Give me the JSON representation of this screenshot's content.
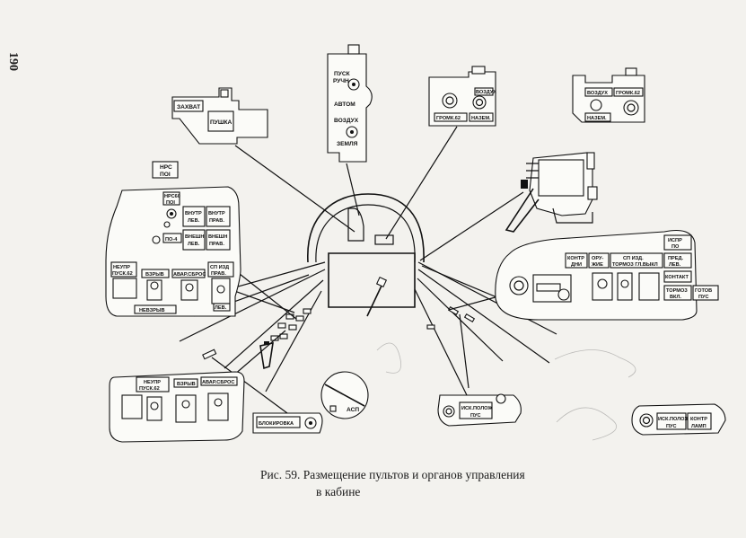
{
  "page_number": "190",
  "caption": {
    "line1": "Рис. 59. Размещение пультов и органов управления",
    "line2": "в кабине"
  },
  "labels": {
    "zakhvat": "ЗАХВАТ",
    "pushka": "ПУШКА",
    "pusk": "ПУСК",
    "ruchn": "РУЧН",
    "avtom": "АВТОМ",
    "vozdukh": "ВОЗДУХ",
    "zemlya": "ЗЕМЛЯ",
    "vozdukh_mid": "ВОЗДУХ",
    "gromk62_mid": "ГРОМК.62",
    "nazem_mid": "НАЗЕМ.",
    "vozdukh_right": "ВОЗДУХ",
    "gromk62_right": "ГРОМК.62",
    "nazem_right": "НАЗЕМ.",
    "nrs_po1": [
      "НРС",
      "ПОІ"
    ],
    "nrs_po1_small": [
      "НРС60",
      "ПОІ"
    ],
    "po4": "ПО-4",
    "vnutr_lev": [
      "ВНУТР",
      "ЛЕВ."
    ],
    "vnutr_prav": [
      "ВНУТР",
      "ПРАВ."
    ],
    "vnesh_lev": [
      "ВНЕШН",
      "ЛЕВ."
    ],
    "vnesh_prav": [
      "ВНЕШН",
      "ПРАВ."
    ],
    "neupr_pusk62": [
      "НЕУПР",
      "ПУСК.62"
    ],
    "vzryv": "ВЗРЫВ",
    "avar_sbros": "АВАР.СБРОС",
    "sp_izd_prav": [
      "СП ИЗД",
      "ПРАВ."
    ],
    "nevzryv": "НЕВЗРЫВ",
    "lev": "ЛЕВ.",
    "kontr_dni": [
      "КОНТР",
      "ДНИ"
    ],
    "oruzhie": [
      "ОРУ-",
      "ЖИЕ"
    ],
    "sp_izd_tormoz": [
      "СП ИЗД.",
      "ТОРМОЗ ГЛ.ВЫКЛ"
    ],
    "ispr_po": [
      "ИСПР",
      "ПО"
    ],
    "pred_lev": [
      "ПРЕД.",
      "ЛЕВ."
    ],
    "kontakt": "КОНТАКТ",
    "tormoz_vkl": [
      "ТОРМОЗ",
      "ВКЛ."
    ],
    "gotov_pus": [
      "ГОТОВ",
      "ПУС"
    ],
    "neupr_pusk62_b": [
      "НЕУПР",
      "ПУСК.62"
    ],
    "vzryv_b": "ВЗРЫВ",
    "avar_sbros_b": "АВАР.СБРОС",
    "blokirovka": "БЛОКИРОВКА",
    "asp": "АСП",
    "isk_polozh_pus": [
      "ИСК.ПОЛОЖ",
      "ПУС"
    ],
    "isk_polozh_pus_r": [
      "ИСК.ПОЛОЖ",
      "ПУС"
    ],
    "kontr_lamp": [
      "КОНТР",
      "ЛАМП"
    ]
  }
}
